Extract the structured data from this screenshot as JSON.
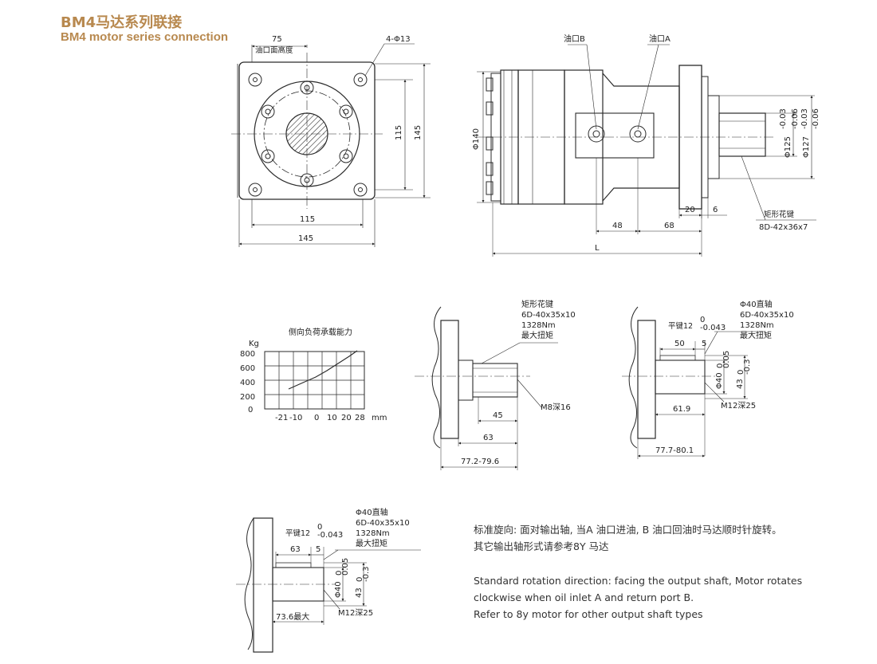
{
  "header": {
    "title_cn": "BM4马达系列联接",
    "title_en": "BM4 motor series connection"
  },
  "front_view": {
    "dim_top": "75",
    "dim_top_note": "油口面高度",
    "hole_callout": "4-Φ13",
    "dim_inner_width": "115",
    "dim_outer_width": "145",
    "dim_inner_height": "115",
    "dim_outer_height": "145"
  },
  "side_view": {
    "port_b": "油口B",
    "port_a": "油口A",
    "dia_body": "Φ140",
    "dia_125": "Φ125",
    "tol_125_upper": "-0.03",
    "tol_125_lower": "-0.06",
    "dia_127": "Φ127",
    "tol_127_upper": "-0.03",
    "tol_127_lower": "-0.06",
    "dim_20": "20",
    "dim_6": "6",
    "dim_48": "48",
    "dim_68": "68",
    "dim_L": "L",
    "spline_label": "矩形花键",
    "spline_spec": "8D-42x36x7"
  },
  "chart": {
    "title": "侧向负荷承载能力",
    "ylabel": "Kg",
    "xlabel": "mm",
    "y_ticks": [
      "800",
      "600",
      "400",
      "200",
      "0"
    ],
    "x_ticks": [
      "-21",
      "-10",
      "0",
      "10",
      "20",
      "28"
    ]
  },
  "shaft_spline": {
    "spec_title": "矩形花键",
    "spec_line2": "6D-40x35x10",
    "spec_line3": "1328Nm",
    "spec_line4": "最大扭矩",
    "thread": "M8深16",
    "dim_45": "45",
    "dim_63": "63",
    "dim_total": "77.2-79.6"
  },
  "shaft_straight_1": {
    "spec_title": "Φ40直轴",
    "spec_line2": "6D-40x35x10",
    "spec_line3": "1328Nm",
    "spec_line4": "最大扭矩",
    "key_label": "平键12",
    "key_tol_upper": "0",
    "key_tol_lower": "-0.043",
    "dim_50": "50",
    "dim_5": "5",
    "dia_40": "Φ40",
    "dia_40_tol_upper": "0",
    "dia_40_tol_lower": "0.05",
    "dim_43": "43",
    "dim_43_tol_upper": "0",
    "dim_43_tol_lower": "-0.3",
    "thread": "M12深25",
    "dim_61": "61.9",
    "dim_total": "77.7-80.1"
  },
  "shaft_straight_2": {
    "spec_title": "Φ40直轴",
    "spec_line2": "6D-40x35x10",
    "spec_line3": "1328Nm",
    "spec_line4": "最大扭矩",
    "key_label": "平键12",
    "key_tol_upper": "0",
    "key_tol_lower": "-0.043",
    "dim_63": "63",
    "dim_5": "5",
    "dia_40": "Φ40",
    "dia_40_tol_upper": "0",
    "dia_40_tol_lower": "0.05",
    "dim_43": "43",
    "dim_43_tol_upper": "0",
    "dim_43_tol_lower": "-0.3",
    "thread": "M12深25",
    "dim_total": "73.6最大"
  },
  "notes": {
    "cn_line1": "标准旋向: 面对输出轴, 当A 油口进油, B 油口回油时马达顺时针旋转。",
    "cn_line2": "其它输出轴形式请参考8Y 马达",
    "en_line1": "Standard rotation direction: facing the output shaft, Motor rotates",
    "en_line2": "clockwise when oil inlet A and return port B.",
    "en_line3": "Refer to 8y motor for other output shaft types"
  },
  "colors": {
    "title": "#b8894f",
    "line": "#2a2a2a"
  }
}
